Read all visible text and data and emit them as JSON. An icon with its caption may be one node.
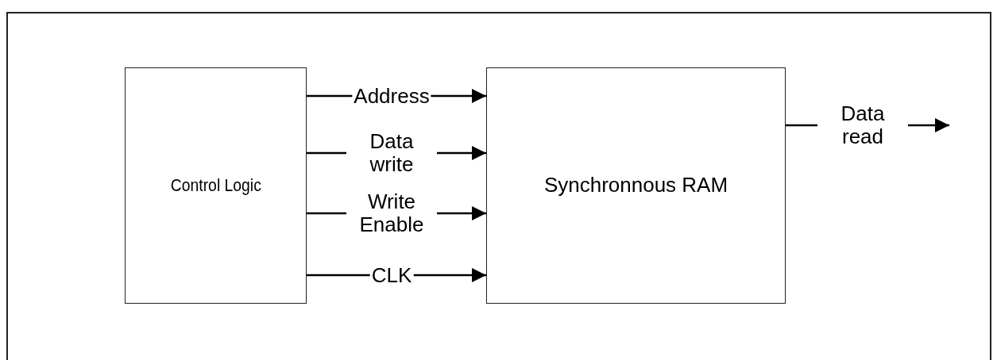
{
  "diagram": {
    "nodes": [
      {
        "text": [],
        "shape": "box"
      },
      {
        "text": [
          "Control Logic"
        ],
        "in": 0
      },
      {
        "text": [
          "Synchronnous RAM"
        ],
        "in": 0
      }
    ],
    "edges": [
      {
        "from": 1,
        "to": 2,
        "arrow": "to",
        "label": "Address"
      },
      {
        "from": 1,
        "to": 2,
        "arrow": "to",
        "label": "Data write"
      },
      {
        "from": 1,
        "to": 2,
        "arrow": "to",
        "label": "Write Enable"
      },
      {
        "from": 1,
        "to": 2,
        "arrow": "to",
        "label": "CLK"
      },
      {
        "from": 2,
        "to": null,
        "arrow": "to",
        "label": "Data read"
      }
    ]
  }
}
